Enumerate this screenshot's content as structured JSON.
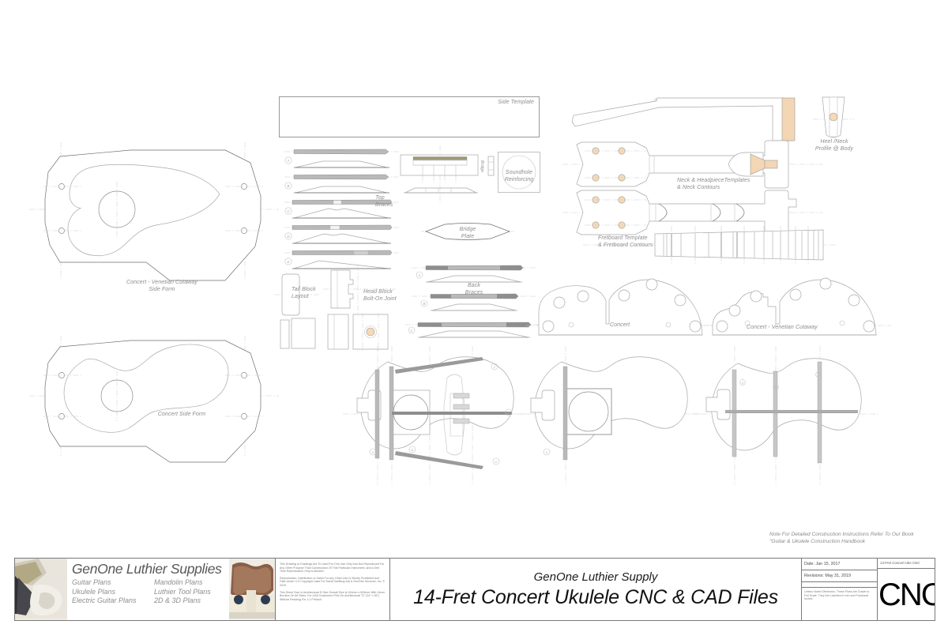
{
  "sheet": {
    "drawing_labels": {
      "side_form_cutaway": "Concert - Venetian Cutaway\nSide Form",
      "side_form_concert": "Concert Side Form",
      "side_template": "Side Template",
      "top_braces": "Top\nBraces",
      "soundhole_reinforcing": "Soundhole\nReinforcing",
      "tail_block_layout": "Tail Block\nLayout",
      "head_block_bolt_on": "Head Block\nBolt-On Joint",
      "bridge_plate": "Bridge\nPlate",
      "back_braces": "Back\nBraces",
      "neck_headpiece": "Neck & HeadpieceTemplates\n& Neck Contours",
      "heel_neck_profile": "Heel /Neck\nProfile @ Body",
      "fretboard_template": "Fretboard Template\n& Fretboard Contours",
      "mold_concert": "Concert",
      "mold_cutaway": "Concert - Venetian Cutaway",
      "bridge_tag": "Bridge"
    },
    "brace_markers": [
      "A",
      "B",
      "C",
      "D",
      "E",
      "A",
      "B",
      "C"
    ],
    "note": "Note For Detailed Construction Instructions\nRefer To Our Book \"Guitar & Ukulele Construction\nHandbook"
  },
  "title_block": {
    "logo": {
      "title": "GenOne Luthier Supplies",
      "column_left": [
        "Guitar Plans",
        "Ukulele Plans",
        "Electric Guitar Plans"
      ],
      "column_right": [
        "Mandolin Plans",
        "Luthier Tool Plans",
        "2D & 3D Plans"
      ]
    },
    "copyright": [
      "This Drawing or Drawings Are To Used For One Use Only And Not Reproduced For Any Other Purpose Than Construction Of This Particular Instrument, and a One Time Reproduction Only is Allowed",
      "Reproduction, Distribution or Sales For Any Other Use Is Strictly Prohibited And Falls Under U.S Copyright Laws For David VanBurg AIA & GenOne Services, Inc. © 2019",
      "This Sheet Size Is Architectural D Size Overall Size Is 914mm x 609mm With 14mm Borders On All Sides. For USA Customers Print On Architectural \"D\" (24\" x 36\") Without Resizing For 1:1 Printout"
    ],
    "company": "GenOne Luthier Supply",
    "drawing_title": "14-Fret Concert Ukulele CNC & CAD Files",
    "date_label": "Date:  Jan 15, 2017",
    "revisions_label": "Revisions: May 31, 2019",
    "scale_note": "Unless Noted Otherwise, These Plans Are Drawn to Full Scale. They Are Labelled in mm and Fractional Inches",
    "drawing_number": "14-Fret Concert Uke CNC",
    "cnc_mark": "CNC"
  },
  "colors": {
    "line": "#6e6e6e",
    "light_line": "#a8a8a8",
    "tan_accent": "#f3d6b3",
    "text_gray": "#8d8d8d",
    "title_text": "#111111"
  }
}
